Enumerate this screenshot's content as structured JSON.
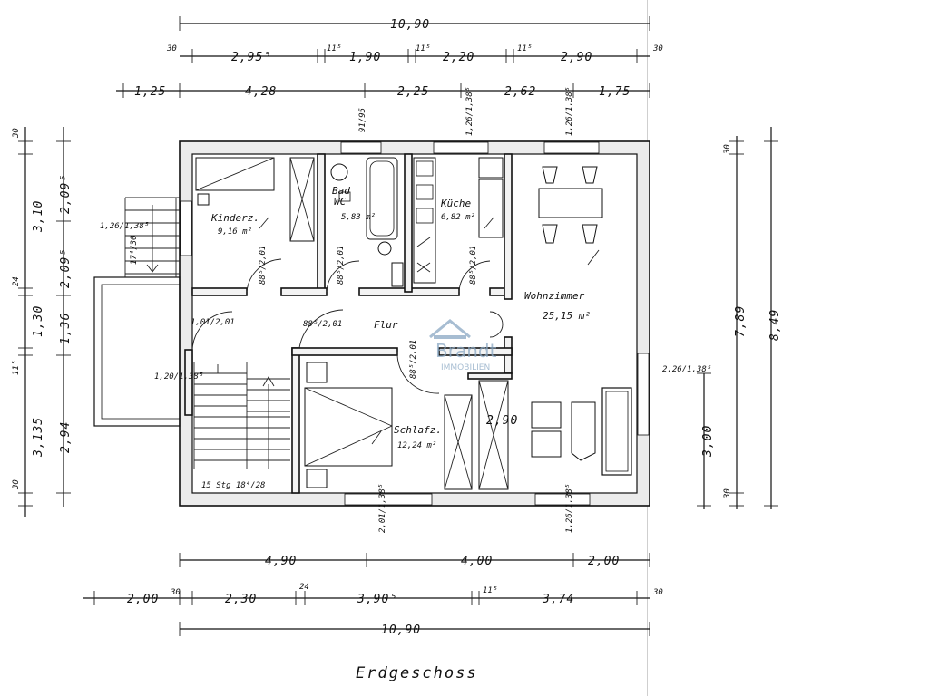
{
  "title": "Erdgeschoss",
  "watermark": {
    "brand": "Brandt",
    "sub": "IMMOBILIEN"
  },
  "rooms": {
    "kinderz": {
      "name": "Kinderz.",
      "area": "9,16 m²"
    },
    "bad": {
      "name1": "Bad",
      "name2": "WC",
      "area": "5,83 m²"
    },
    "kueche": {
      "name": "Küche",
      "area": "6,82 m²"
    },
    "wohnzimmer": {
      "name": "Wohnzimmer",
      "area": "25,15 m²"
    },
    "flur": {
      "name": "Flur"
    },
    "schlafz": {
      "name": "Schlafz.",
      "area": "12,24 m²"
    },
    "stairs": {
      "label": "15 Stg 18⁴/28"
    }
  },
  "dims": {
    "top_total": "10,90",
    "top_row2": [
      "30",
      "2,95⁵",
      "11⁵",
      "1,90",
      "11⁵",
      "2,20",
      "11⁵",
      "2,90",
      "30"
    ],
    "top_row3": [
      "1,25",
      "4,28",
      "2,25",
      "2,62",
      "1,75"
    ],
    "bottom_row1": [
      "4,90",
      "4,00",
      "2,00"
    ],
    "bottom_row2": [
      "2,00",
      "30",
      "2,30",
      "24",
      "3,90⁵",
      "11⁵",
      "3,74",
      "30"
    ],
    "bottom_total": "10,90",
    "left_outer": [
      "30",
      "3,10",
      "24",
      "1,30",
      "11⁵",
      "3,135",
      "30"
    ],
    "left_inner": [
      "2,09⁵",
      "2,09⁵",
      "1,36",
      "2,94"
    ],
    "right_inner": [
      "30",
      "7,89",
      "3,00",
      "30"
    ],
    "right_outer": "8,49",
    "windows_top": [
      "91/95",
      "1,26/1,38⁵",
      "1,26/1,38⁵"
    ],
    "windows_bottom": [
      "2,01/1,38⁵",
      "1,26/1,38⁵"
    ],
    "window_left_upper": "1,26/1,38⁵",
    "window_left_lower": "1,20/1,38⁵",
    "window_right": "2,26/1,38⁵",
    "stair_small": "17⁴/30",
    "door_stair": "1,01/2,01",
    "doors": [
      "88⁵/2,01",
      "88⁵/2,01",
      "88⁵/2,01",
      "88⁵/2,01",
      "88⁵/2,01"
    ],
    "wohn_inner": "2,90"
  }
}
